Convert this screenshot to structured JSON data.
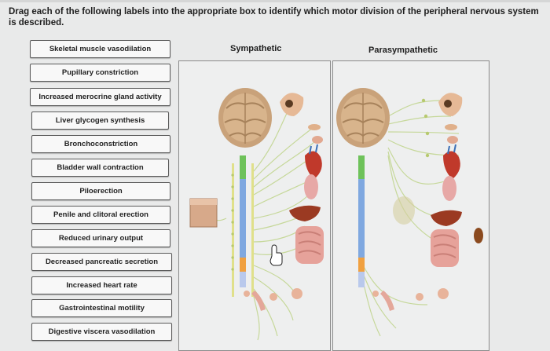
{
  "instructions": "Drag each of the following labels into the appropriate box to identify which motor division of the peripheral nervous system is described.",
  "labels": [
    "Skeletal muscle vasodilation",
    "Pupillary constriction",
    "Increased merocrine gland activity",
    "Liver glycogen synthesis",
    "Bronchoconstriction",
    "Bladder wall contraction",
    "Piloerection",
    "Penile and clitoral erection",
    "Reduced urinary output",
    "Decreased pancreatic secretion",
    "Increased heart rate",
    "Gastrointestinal motility",
    "Digestive viscera vasodilation"
  ],
  "columns": {
    "sympathetic": "Sympathetic",
    "parasympathetic": "Parasympathetic"
  },
  "colors": {
    "background": "#e9eaea",
    "nerve": "#c6d89a",
    "spinal_cord_green": "#6ec25a",
    "spinal_cord_blue": "#7fa8e0",
    "spinal_cord_orange": "#f0a040",
    "brain": "#c9a27a"
  },
  "icons": [
    "brain-icon",
    "eye-icon",
    "heart-icon",
    "liver-icon",
    "intestine-icon",
    "bladder-icon",
    "skin-block-icon",
    "hand-cursor-icon"
  ]
}
